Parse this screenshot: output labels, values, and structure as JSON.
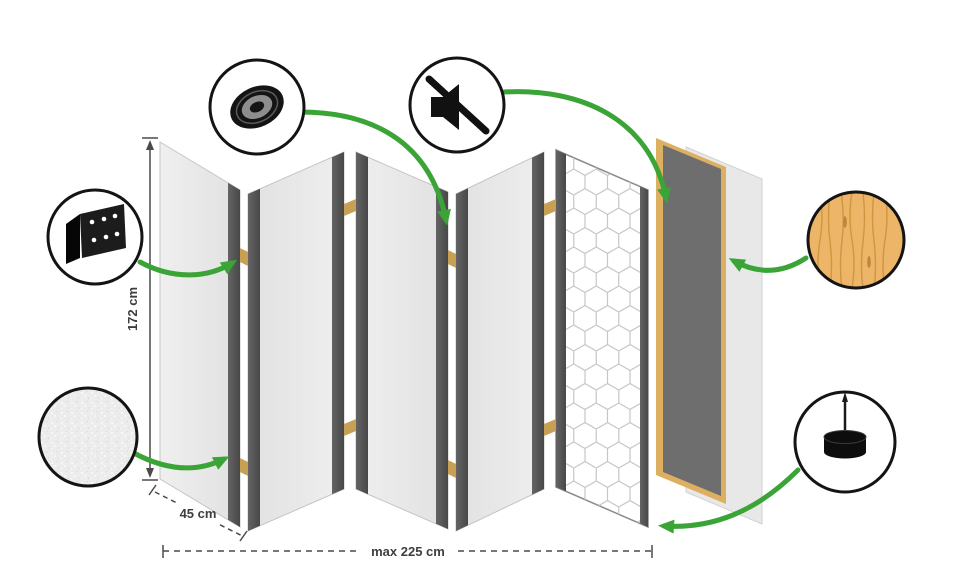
{
  "figure": {
    "type": "product-construction-diagram",
    "subject": "five-panel folding room divider (exploded layer view)"
  },
  "dimensions": {
    "height": "172 cm",
    "panel_width": "45 cm",
    "max_width": "max 225 cm"
  },
  "callouts": {
    "hinge": {
      "icon": "hinge-icon"
    },
    "tape": {
      "icon": "tape-roll-icon"
    },
    "soundproof": {
      "icon": "muted-speaker-icon"
    },
    "wood": {
      "icon": "wood-texture-icon"
    },
    "surface_texture": {
      "icon": "surface-texture-icon"
    },
    "felt_pad": {
      "icon": "felt-pad-icon"
    }
  },
  "colors": {
    "green": "#3aa437",
    "panel_gray": "#e9e9e9",
    "panel_edge": "#565656",
    "wood": "#ddb061",
    "dark_panel": "#6e6e6e",
    "hinge_tan": "#c8a055",
    "dim_text": "#3e3e3e",
    "circle_stroke": "#141414"
  }
}
